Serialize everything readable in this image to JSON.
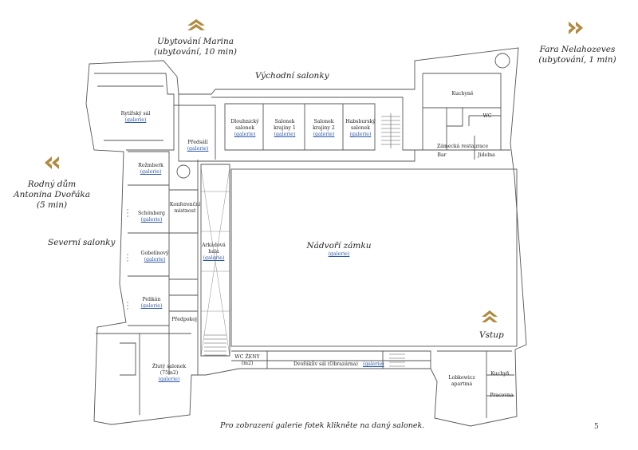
{
  "colors": {
    "accent": "#b08a3e",
    "link": "#2b57a8",
    "wall": "#555555"
  },
  "nav": {
    "marina": {
      "line1": "Ubytování Marina",
      "line2": "(ubytování, 10 min)",
      "icon": "chevron-up-icon"
    },
    "fara": {
      "line1": "Fara Nelahozeves",
      "line2": "(ubytování, 1 min)",
      "icon": "chevron-right-icon"
    },
    "rodny": {
      "line1": "Rodný dům",
      "line2": "Antonína Dvořáka",
      "line3": "(5 min)",
      "icon": "chevron-left-icon"
    },
    "vstup": {
      "label": "Vstup",
      "icon": "chevron-up-icon"
    }
  },
  "wings": {
    "east": "Východní salonky",
    "north": "Severní salonky"
  },
  "courtyard": {
    "name": "Nádvoří zámku",
    "gallery": "(galerie)"
  },
  "rooms": {
    "rytirsky": {
      "name": "Rytířský sál",
      "gallery": "(galerie)"
    },
    "predsali": {
      "name": "Předsálí",
      "gallery": "(galerie)"
    },
    "dlouhy": {
      "line1": "Dlouhnický",
      "line2": "salonek",
      "gallery": "(galerie)"
    },
    "krajiny1": {
      "line1": "Salonek",
      "line2": "krajiny 1",
      "gallery": "(galerie)"
    },
    "krajiny2": {
      "line1": "Salonek",
      "line2": "krajiny 2",
      "gallery": "(galerie)"
    },
    "habsbursky": {
      "line1": "Habsburský",
      "line2": "salonek",
      "gallery": "(galerie)"
    },
    "rozmberk": {
      "name": "Rožmberk",
      "gallery": "(galerie)"
    },
    "konferencni": {
      "line1": "Konferenční",
      "line2": "místnost"
    },
    "schonberg": {
      "name": "Schönberg",
      "gallery": "(galerie)"
    },
    "gobelinovy": {
      "name": "Gobelínový",
      "gallery": "(galerie)"
    },
    "arkadova": {
      "line1": "Arkádová",
      "line2": "hala",
      "gallery": "(galerie)"
    },
    "pelikan": {
      "name": "Pelikán",
      "gallery": "(galerie)"
    },
    "predpokoj": {
      "name": "Předpokoj"
    },
    "zluty": {
      "line1": "Žlutý salonek",
      "line2": "(75m2)",
      "gallery": "(galerie)"
    },
    "dvorakuv": {
      "name": "Dvořákův sál (Obrazárna)",
      "gallery": "(galerie)"
    },
    "wc_zeny": {
      "line1": "WC ŽENY",
      "line2": "(m2)"
    },
    "kuchyne": {
      "name": "Kuchyně"
    },
    "wc": {
      "name": "WC"
    },
    "restaurace": {
      "name": "Zámecká restaurace"
    },
    "bar": {
      "name": "Bar"
    },
    "jidelna": {
      "name": "Jídelna"
    },
    "lobkowicz": {
      "line1": "Lobkowicz",
      "line2": "apartmá"
    },
    "kuchyn2": {
      "name": "Kuchyň"
    },
    "pracovna": {
      "name": "Pracovna"
    }
  },
  "footer": {
    "note": "Pro zobrazení galerie fotek klikněte na daný salonek.",
    "page": "5"
  }
}
